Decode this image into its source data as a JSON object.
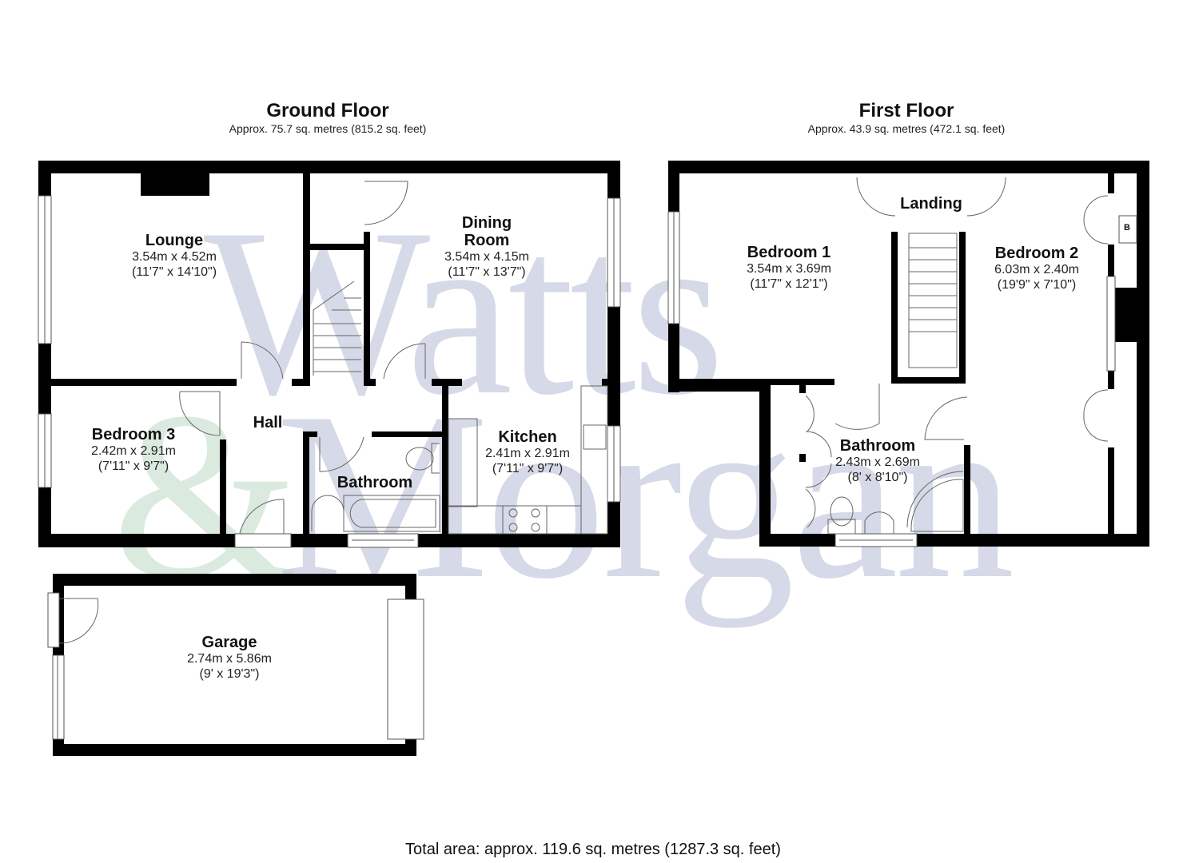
{
  "watermark": {
    "line1": "Watts",
    "amp": "&",
    "line2": "Morgan",
    "color": "#c9cde0",
    "amp_color": "#cfe3d3"
  },
  "ground_floor": {
    "title": "Ground Floor",
    "area": "Approx. 75.7 sq. metres (815.2 sq. feet)",
    "rooms": [
      {
        "name": "Lounge",
        "metric": "3.54m x 4.52m",
        "imperial": "(11'7\" x 14'10\")"
      },
      {
        "name_line1": "Dining",
        "name_line2": "Room",
        "metric": "3.54m x 4.15m",
        "imperial": "(11'7\" x 13'7\")"
      },
      {
        "name": "Bedroom 3",
        "metric": "2.42m x 2.91m",
        "imperial": "(7'11\" x 9'7\")"
      },
      {
        "name": "Hall"
      },
      {
        "name": "Bathroom"
      },
      {
        "name": "Kitchen",
        "metric": "2.41m x 2.91m",
        "imperial": "(7'11\" x 9'7\")"
      }
    ]
  },
  "garage": {
    "name": "Garage",
    "metric": "2.74m x 5.86m",
    "imperial": "(9' x 19'3\")"
  },
  "first_floor": {
    "title": "First Floor",
    "area": "Approx. 43.9 sq. metres (472.1 sq. feet)",
    "rooms": [
      {
        "name": "Landing"
      },
      {
        "name": "Bedroom 1",
        "metric": "3.54m x 3.69m",
        "imperial": "(11'7\" x 12'1\")"
      },
      {
        "name": "Bedroom 2",
        "metric": "6.03m x 2.40m",
        "imperial": "(19'9\" x 7'10\")"
      },
      {
        "name": "Bathroom",
        "metric": "2.43m x 2.69m",
        "imperial": "(8' x 8'10\")"
      }
    ],
    "boiler_label": "B"
  },
  "total_area": "Total area: approx. 119.6 sq. metres (1287.3 sq. feet)",
  "colors": {
    "wall": "#000000",
    "fixture_line": "#666666",
    "background": "#ffffff"
  }
}
